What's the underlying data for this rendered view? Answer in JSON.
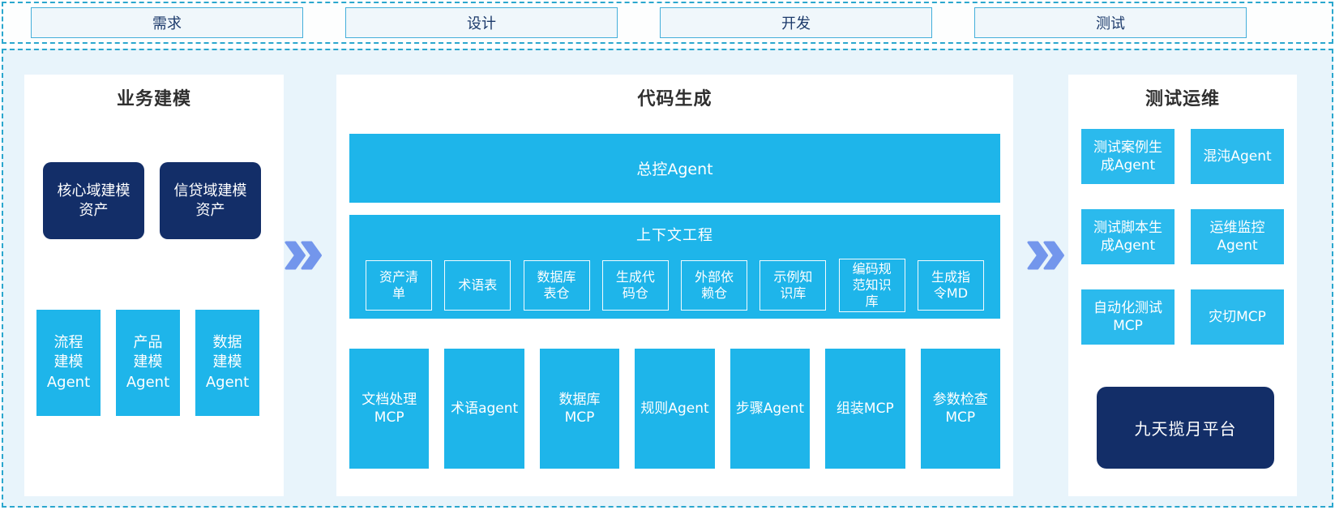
{
  "palette": {
    "cyan": "#1EB5EA",
    "cyan_light": "#2BBAED",
    "navy": "#132E68",
    "area_bg": "#E8F4FB",
    "dashed_border": "#2BA7CE",
    "phase_bg": "#F0F7FB",
    "phase_border": "#44AFDA",
    "phase_text": "#1C3A6B",
    "title_text": "#2F2F2F",
    "chevron": "#7396EC",
    "box_text": "#FFFFFF"
  },
  "phases": {
    "items": [
      "需求",
      "设计",
      "开发",
      "测试"
    ]
  },
  "business_modeling": {
    "title": "业务建模",
    "assets": [
      "核心域建模\n资产",
      "信贷域建模\n资产"
    ],
    "agents": [
      "流程\n建模\nAgent",
      "产品\n建模\nAgent",
      "数据\n建模\nAgent"
    ]
  },
  "code_generation": {
    "title": "代码生成",
    "master_agent": "总控Agent",
    "context_engineering": {
      "title": "上下文工程",
      "items": [
        "资产清\n单",
        "术语表",
        "数据库\n表仓",
        "生成代\n码仓",
        "外部依\n赖仓",
        "示例知\n识库",
        "编码规\n范知识\n库",
        "生成指\n令MD"
      ]
    },
    "workers": [
      "文档处理\nMCP",
      "术语agent",
      "数据库\nMCP",
      "规则Agent",
      "步骤Agent",
      "组装MCP",
      "参数检查\nMCP"
    ]
  },
  "test_ops": {
    "title": "测试运维",
    "items": [
      "测试案例生\n成Agent",
      "混沌Agent",
      "测试脚本生\n成Agent",
      "运维监控\nAgent",
      "自动化测试\nMCP",
      "灾切MCP"
    ],
    "platform": "九天揽月平台"
  },
  "icons": {
    "flow_arrow": "double-chevron-right"
  }
}
